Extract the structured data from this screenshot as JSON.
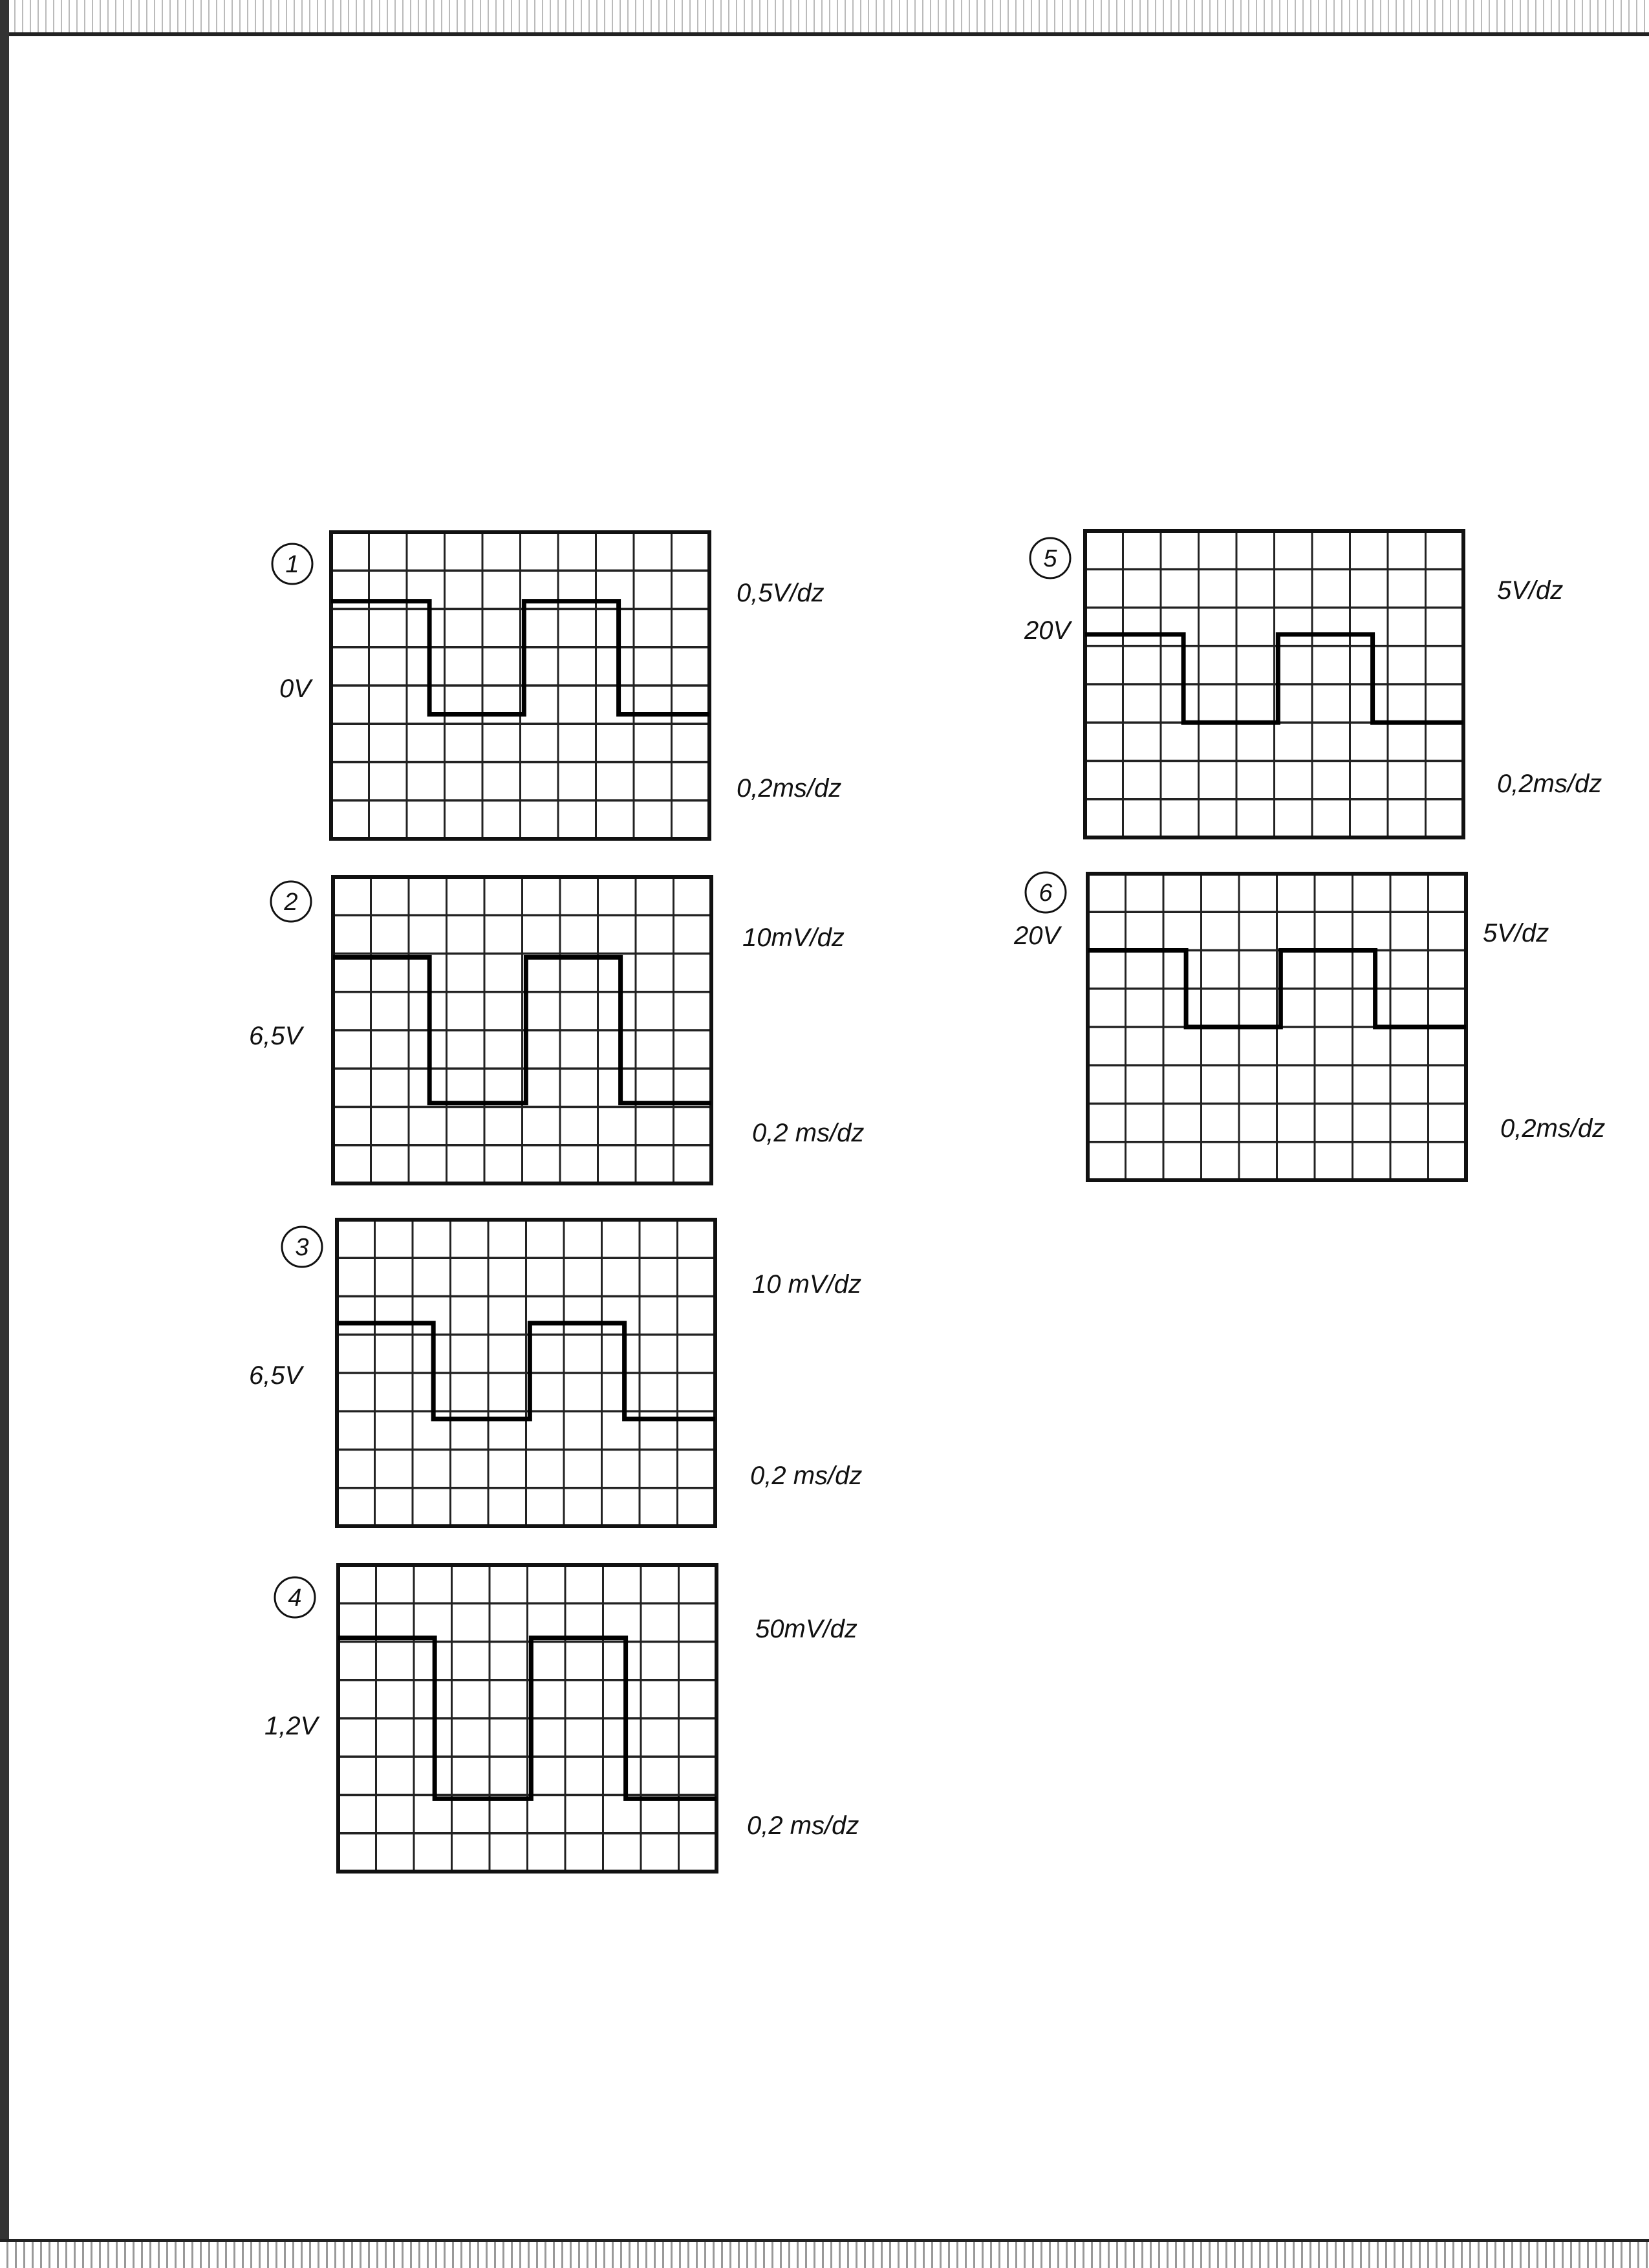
{
  "grid": {
    "columns": 10,
    "rows": 8
  },
  "scopes": [
    {
      "number": "1",
      "level_label": "0V",
      "volts_per_div": "0,5V/dz",
      "time_per_div": "0,2ms/dz",
      "wave_high_div": 1.8,
      "wave_low_div": 4.75,
      "edges_div": [
        2.6,
        5.1,
        7.6
      ]
    },
    {
      "number": "2",
      "level_label": "6,5V",
      "volts_per_div": "10mV/dz",
      "time_per_div": "0,2 ms/dz",
      "wave_high_div": 2.1,
      "wave_low_div": 5.9,
      "edges_div": [
        2.55,
        5.1,
        7.6
      ]
    },
    {
      "number": "3",
      "level_label": "6,5V",
      "volts_per_div": "10 mV/dz",
      "time_per_div": "0,2 ms/dz",
      "wave_high_div": 2.7,
      "wave_low_div": 5.2,
      "edges_div": [
        2.55,
        5.1,
        7.6
      ]
    },
    {
      "number": "4",
      "level_label": "1,2V",
      "volts_per_div": "50mV/dz",
      "time_per_div": "0,2 ms/dz",
      "wave_high_div": 1.9,
      "wave_low_div": 6.1,
      "edges_div": [
        2.55,
        5.1,
        7.6
      ]
    },
    {
      "number": "5",
      "level_label": "20V",
      "volts_per_div": "5V/dz",
      "time_per_div": "0,2ms/dz",
      "wave_high_div": 2.7,
      "wave_low_div": 5.0,
      "edges_div": [
        2.6,
        5.1,
        7.6
      ]
    },
    {
      "number": "6",
      "level_label": "20V",
      "volts_per_div": "5V/dz",
      "time_per_div": "0,2ms/dz",
      "wave_high_div": 2.0,
      "wave_low_div": 4.0,
      "edges_div": [
        2.6,
        5.1,
        7.6
      ]
    }
  ]
}
